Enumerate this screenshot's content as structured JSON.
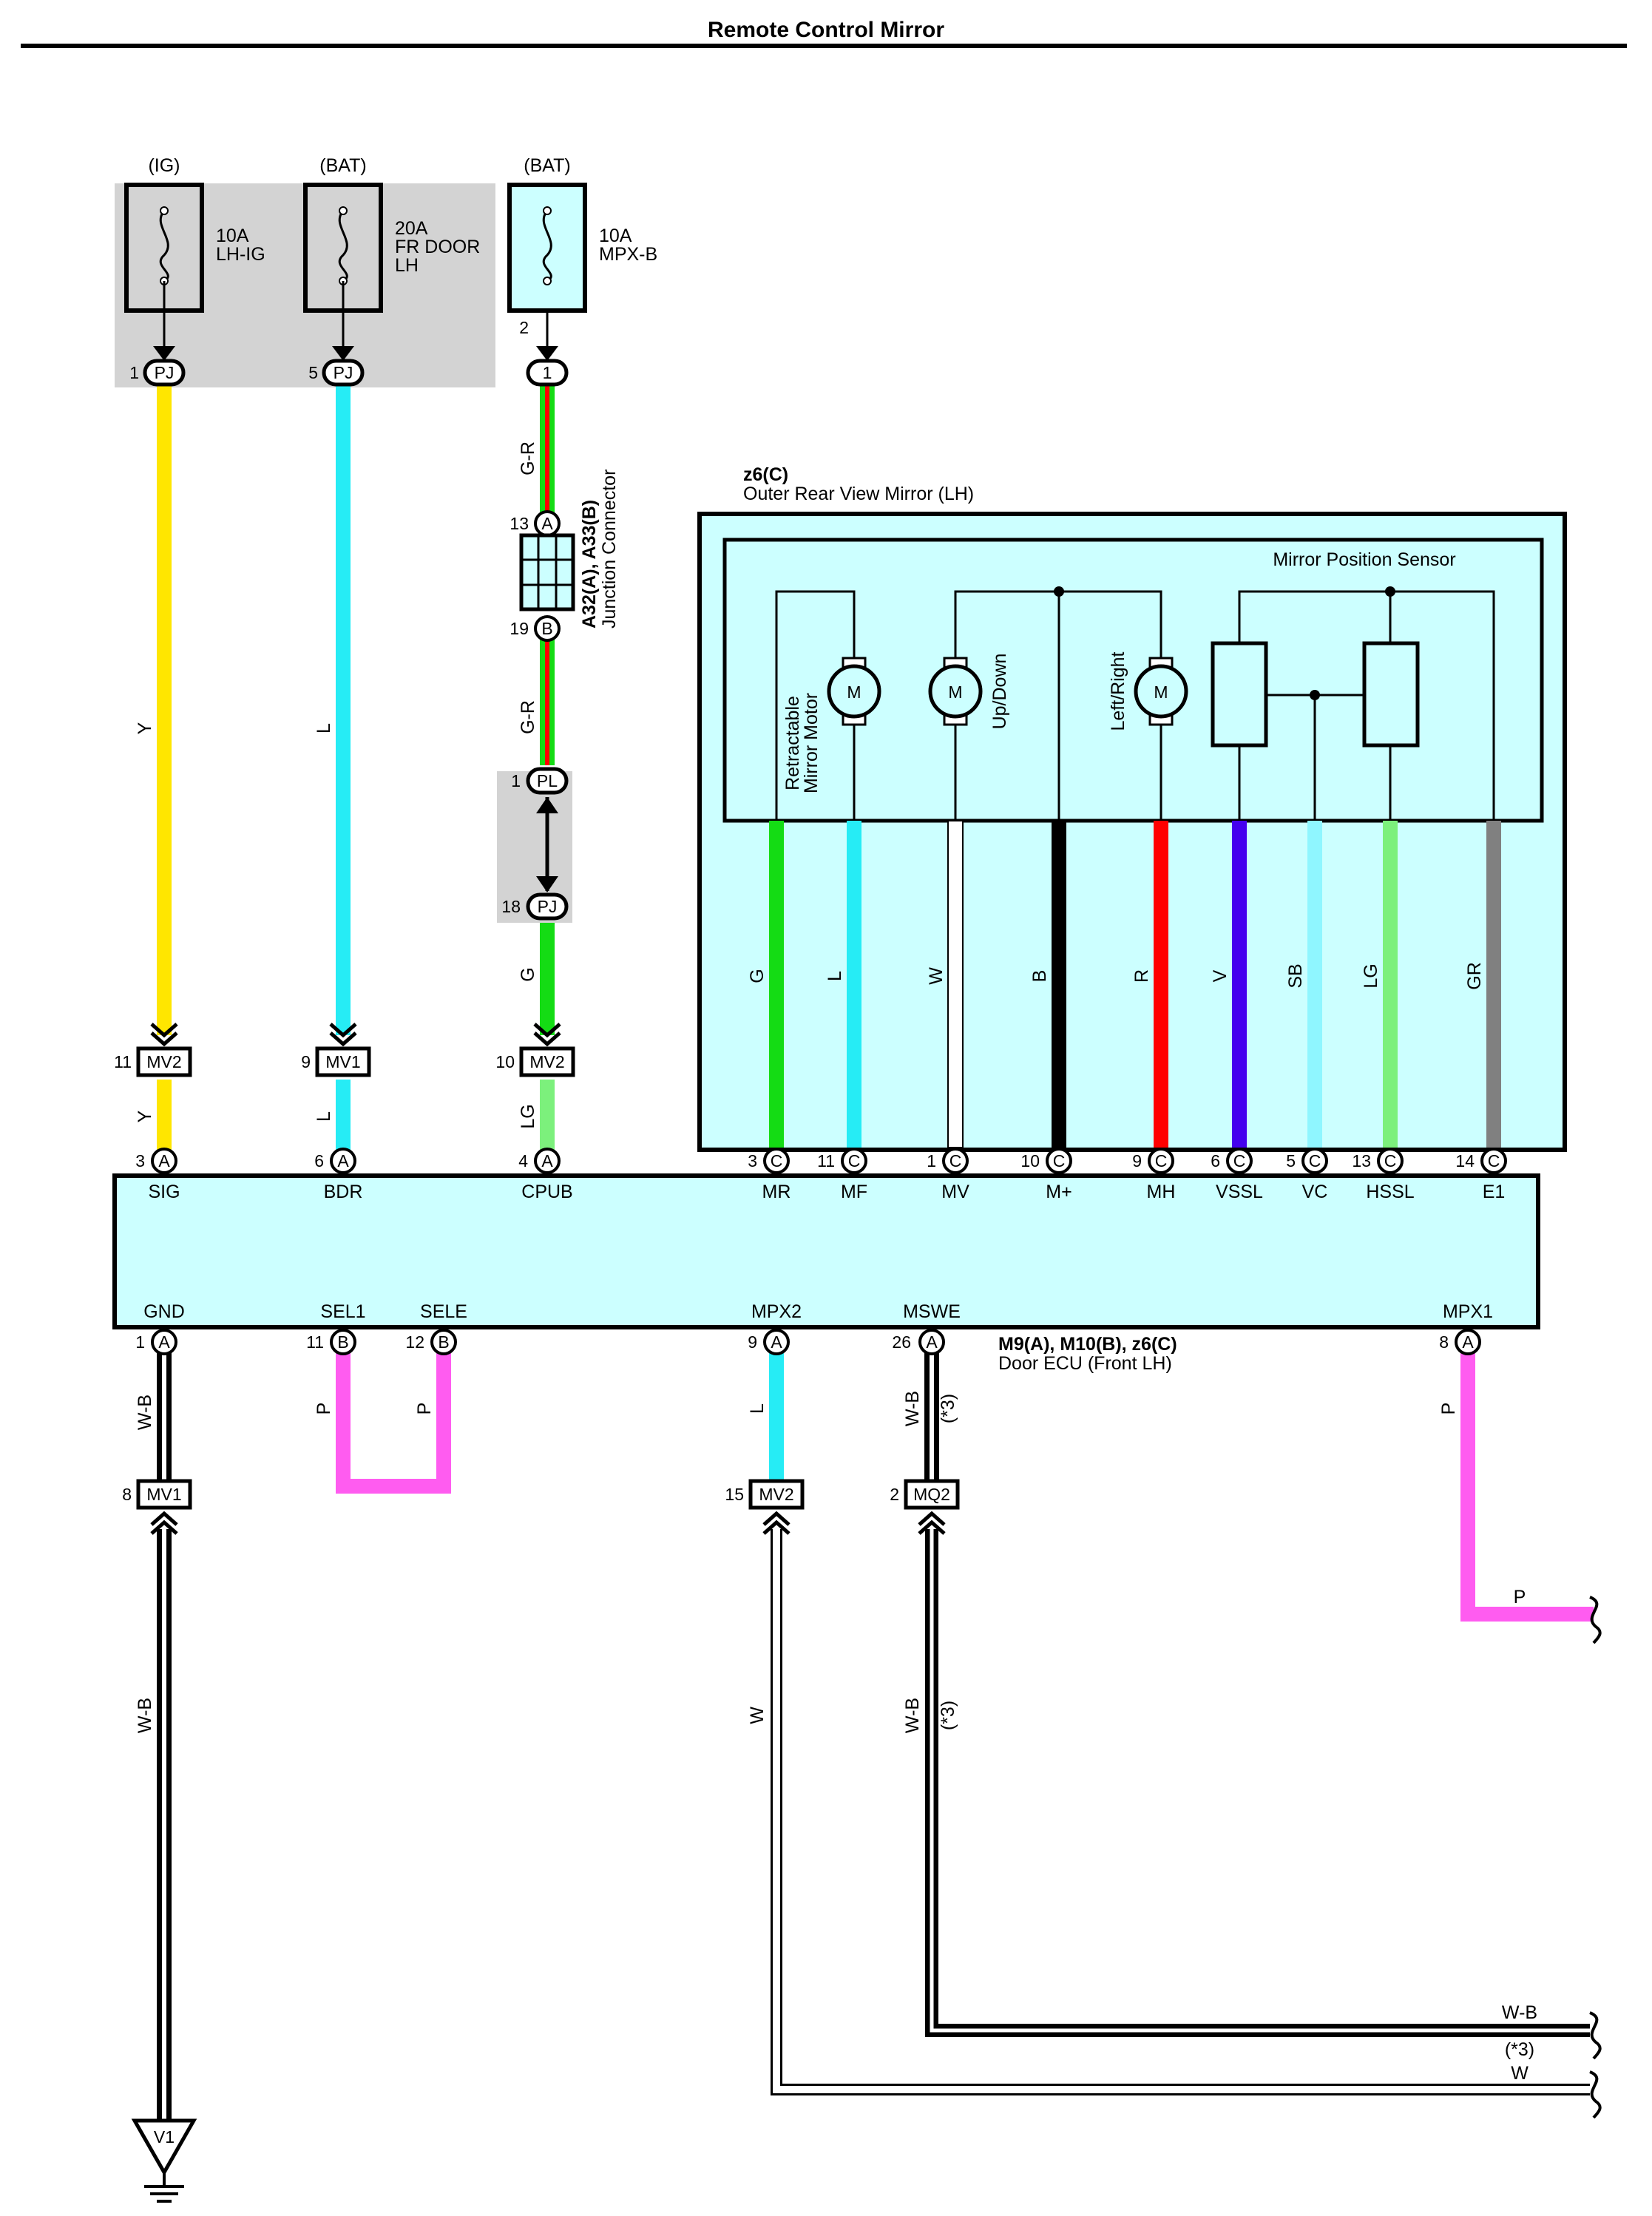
{
  "title": "Remote Control Mirror",
  "colors": {
    "Y": "#ffe600",
    "L": "#26ecf5",
    "G": "#14dc14",
    "LG": "#7cf07c",
    "R": "#ff0000",
    "B": "#000000",
    "W": "#ffffff",
    "V": "#4400ee",
    "SB": "#8ff6ff",
    "GR": "#808080",
    "P": "#ff5cf0",
    "GRED_G": "#14dc14",
    "ecu_fill": "#ccffff",
    "splice_gray": "#d3d3d3"
  },
  "fuses": [
    {
      "supply": "(IG)",
      "rating": "10A",
      "name": [
        "LH-IG"
      ],
      "conn": "PJ",
      "pin": "1"
    },
    {
      "supply": "(BAT)",
      "rating": "20A",
      "name": [
        "FR DOOR",
        "LH"
      ],
      "conn": "PJ",
      "pin": "5"
    },
    {
      "supply": "(BAT)",
      "rating": "10A",
      "name": [
        "MPX-B"
      ],
      "conn": "1",
      "pin": "2"
    }
  ],
  "junction": {
    "title_line1": "A32(A), A33(B)",
    "title_line2": "Junction Connector",
    "pin_top": "13",
    "letter_top": "A",
    "pin_bottom": "19",
    "letter_bottom": "B"
  },
  "pl_pj": {
    "pl_pin": "1",
    "pl": "PL",
    "pj_pin": "18",
    "pj": "PJ"
  },
  "wires_upper": [
    {
      "color": "Y",
      "label": "Y"
    },
    {
      "color": "L",
      "label": "L"
    },
    {
      "color": "G-R",
      "label": "G-R"
    },
    {
      "color": "G",
      "label": "G"
    }
  ],
  "inline_connectors": [
    {
      "pin": "11",
      "name": "MV2",
      "wire_below": "Y"
    },
    {
      "pin": "9",
      "name": "MV1",
      "wire_below": "L"
    },
    {
      "pin": "10",
      "name": "MV2",
      "wire_below": "LG"
    }
  ],
  "mirror": {
    "code": "z6(C)",
    "name": "Outer Rear View Mirror (LH)",
    "sensor_label": "Mirror Position Sensor",
    "motor_letter": "M",
    "motor_labels": [
      "Retractable",
      "Mirror Motor",
      "Up/Down",
      "Left/Right"
    ],
    "wires": [
      "G",
      "L",
      "W",
      "B",
      "R",
      "V",
      "SB",
      "LG",
      "GR"
    ]
  },
  "ecu": {
    "code": "M9(A), M10(B), z6(C)",
    "name": "Door ECU (Front LH)",
    "top_pins": [
      {
        "pin": "3",
        "letter": "A",
        "name": "SIG"
      },
      {
        "pin": "6",
        "letter": "A",
        "name": "BDR"
      },
      {
        "pin": "4",
        "letter": "A",
        "name": "CPUB"
      },
      {
        "pin": "3",
        "letter": "C",
        "name": "MR"
      },
      {
        "pin": "11",
        "letter": "C",
        "name": "MF"
      },
      {
        "pin": "1",
        "letter": "C",
        "name": "MV"
      },
      {
        "pin": "10",
        "letter": "C",
        "name": "M+"
      },
      {
        "pin": "9",
        "letter": "C",
        "name": "MH"
      },
      {
        "pin": "6",
        "letter": "C",
        "name": "VSSL"
      },
      {
        "pin": "5",
        "letter": "C",
        "name": "VC"
      },
      {
        "pin": "13",
        "letter": "C",
        "name": "HSSL"
      },
      {
        "pin": "14",
        "letter": "C",
        "name": "E1"
      }
    ],
    "bottom_pins": [
      {
        "pin": "1",
        "letter": "A",
        "name": "GND"
      },
      {
        "pin": "11",
        "letter": "B",
        "name": "SEL1"
      },
      {
        "pin": "12",
        "letter": "B",
        "name": "SELE"
      },
      {
        "pin": "9",
        "letter": "A",
        "name": "MPX2"
      },
      {
        "pin": "26",
        "letter": "A",
        "name": "MSWE"
      },
      {
        "pin": "8",
        "letter": "A",
        "name": "MPX1"
      }
    ]
  },
  "lower": {
    "wire_labels": {
      "gnd": "W-B",
      "sel1": "P",
      "sele": "P",
      "mpx2": "L",
      "mswe": "W-B",
      "mpx1": "P",
      "note": "(*3)"
    },
    "connectors": [
      {
        "pin": "8",
        "name": "MV1"
      },
      {
        "pin": "15",
        "name": "MV2"
      },
      {
        "pin": "2",
        "name": "MQ2"
      }
    ],
    "long_labels": {
      "gnd": "W-B",
      "mpx2": "W",
      "mswe": "W-B",
      "note": "(*3)"
    },
    "exits": [
      {
        "label": "P"
      },
      {
        "label": "W-B",
        "note": "(*3)"
      },
      {
        "label": "W"
      }
    ],
    "ground": "V1"
  }
}
